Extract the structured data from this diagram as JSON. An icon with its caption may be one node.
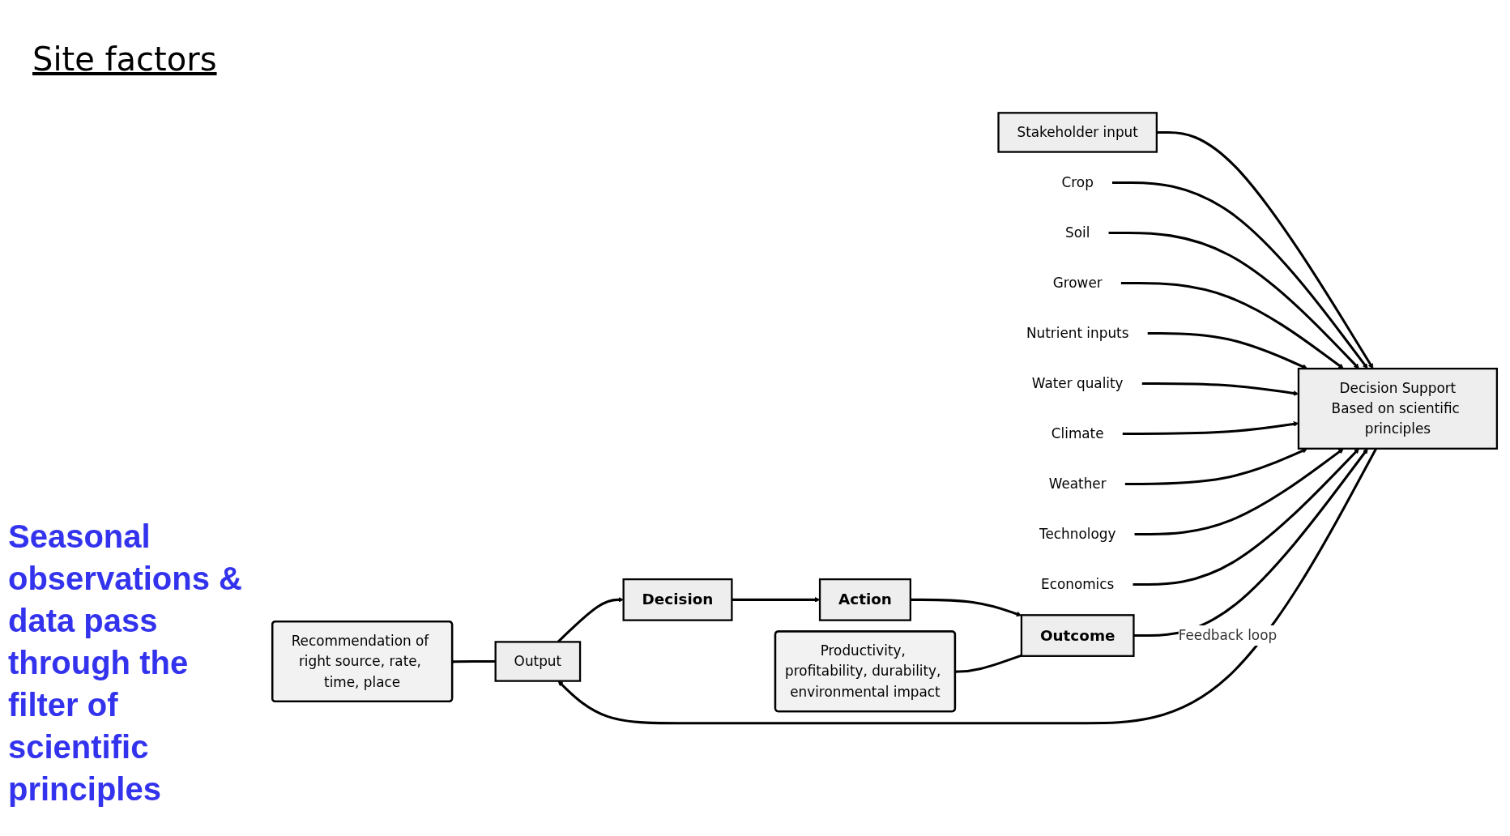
{
  "diagram": {
    "nodes": [
      {
        "text": [
          "Stakeholder input"
        ]
      },
      {
        "text": [
          "Decision Support",
          "Based on scientific principles"
        ]
      },
      {
        "text": [
          "Recommendation of right source, rate, time, place"
        ]
      },
      {
        "text": [
          "Output"
        ]
      },
      {
        "text": [
          "Decision"
        ]
      },
      {
        "text": [
          "Action"
        ]
      },
      {
        "text": [
          "Outcome"
        ]
      },
      {
        "text": [
          "Productivity, profitability, durability, environmental impact"
        ]
      },
      {
        "text": [
          "Crop"
        ]
      },
      {
        "text": [
          "Soil"
        ]
      },
      {
        "text": [
          "Grower"
        ]
      },
      {
        "text": [
          "Nutrient inputs"
        ]
      },
      {
        "text": [
          "Water quality"
        ]
      },
      {
        "text": [
          "Climate"
        ]
      },
      {
        "text": [
          "Weather"
        ]
      },
      {
        "text": [
          "Technology"
        ]
      },
      {
        "text": [
          "Economics"
        ]
      }
    ],
    "edges": [
      {
        "from": 0,
        "to": 1,
        "arrow": "to"
      },
      {
        "from": 8,
        "to": 1,
        "arrow": "to"
      },
      {
        "from": 9,
        "to": 1,
        "arrow": "to"
      },
      {
        "from": 10,
        "to": 1,
        "arrow": "to"
      },
      {
        "from": 11,
        "to": 1,
        "arrow": "to"
      },
      {
        "from": 12,
        "to": 1,
        "arrow": "to"
      },
      {
        "from": 13,
        "to": 1,
        "arrow": "to"
      },
      {
        "from": 14,
        "to": 1,
        "arrow": "to"
      },
      {
        "from": 15,
        "to": 1,
        "arrow": "to"
      },
      {
        "from": 16,
        "to": 1,
        "arrow": "to"
      },
      {
        "from": 1,
        "to": 3,
        "arrow": "to"
      },
      {
        "from": 2,
        "to": 3,
        "arrow": "none"
      },
      {
        "from": 3,
        "to": 4,
        "arrow": "to"
      },
      {
        "from": 4,
        "to": 5,
        "arrow": "to"
      },
      {
        "from": 5,
        "to": 6,
        "arrow": "to"
      },
      {
        "from": 6,
        "to": 1,
        "arrow": "to",
        "label": "Feedback loop"
      },
      {
        "from": 7,
        "to": 6,
        "arrow": "none"
      }
    ],
    "labels": [
      "Site factors",
      "Seasonal observations & data pass through the filter of scientific principles"
    ]
  }
}
